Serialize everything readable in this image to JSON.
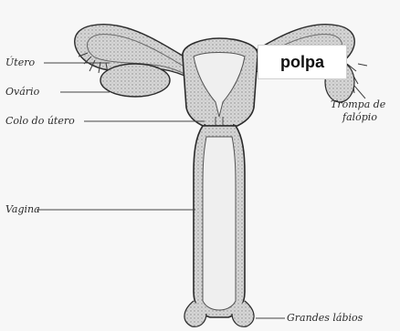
{
  "labels": {
    "utero": "Útero",
    "ovario": "Ovário",
    "colo": "Colo do útero",
    "vagina": "Vagina",
    "trompa_line1": "Trompa de",
    "trompa_line2": "falópio",
    "grandes_labios": "Grandes lábios"
  },
  "callout": {
    "text": "polpa"
  },
  "colors": {
    "outline": "#2b2b2b",
    "tissue": "#c9c9c9",
    "cavity": "#efefef",
    "line": "#444444"
  }
}
